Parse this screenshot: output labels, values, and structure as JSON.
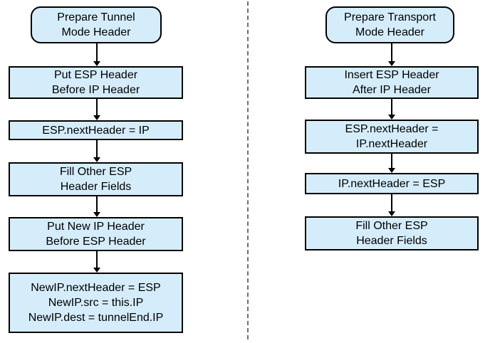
{
  "diagram": {
    "colors": {
      "box_fill": "#d5edfb",
      "box_border": "#000000",
      "arrow": "#000000",
      "divider": "#707070",
      "text": "#000000",
      "background": "#ffffff"
    },
    "left": {
      "name": "tunnel-mode-flow",
      "boxes": [
        {
          "shape": "rounded",
          "lines": [
            "Prepare Tunnel",
            "Mode Header"
          ]
        },
        {
          "shape": "rect",
          "lines": [
            "Put ESP Header",
            "Before IP Header"
          ]
        },
        {
          "shape": "rect",
          "lines": [
            "ESP.nextHeader = IP"
          ]
        },
        {
          "shape": "rect",
          "lines": [
            "Fill Other ESP",
            "Header Fields"
          ]
        },
        {
          "shape": "rect",
          "lines": [
            "Put New IP Header",
            "Before ESP Header"
          ]
        },
        {
          "shape": "rect",
          "lines": [
            "NewIP.nextHeader = ESP",
            "NewIP.src = this.IP",
            "NewIP.dest = tunnelEnd.IP"
          ]
        }
      ]
    },
    "right": {
      "name": "transport-mode-flow",
      "boxes": [
        {
          "shape": "rounded",
          "lines": [
            "Prepare Transport",
            "Mode Header"
          ]
        },
        {
          "shape": "rect",
          "lines": [
            "Insert ESP Header",
            "After IP Header"
          ]
        },
        {
          "shape": "rect",
          "lines": [
            "ESP.nextHeader =",
            "IP.nextHeader"
          ]
        },
        {
          "shape": "rect",
          "lines": [
            "IP.nextHeader = ESP"
          ]
        },
        {
          "shape": "rect",
          "lines": [
            "Fill Other ESP",
            "Header Fields"
          ]
        }
      ]
    }
  }
}
